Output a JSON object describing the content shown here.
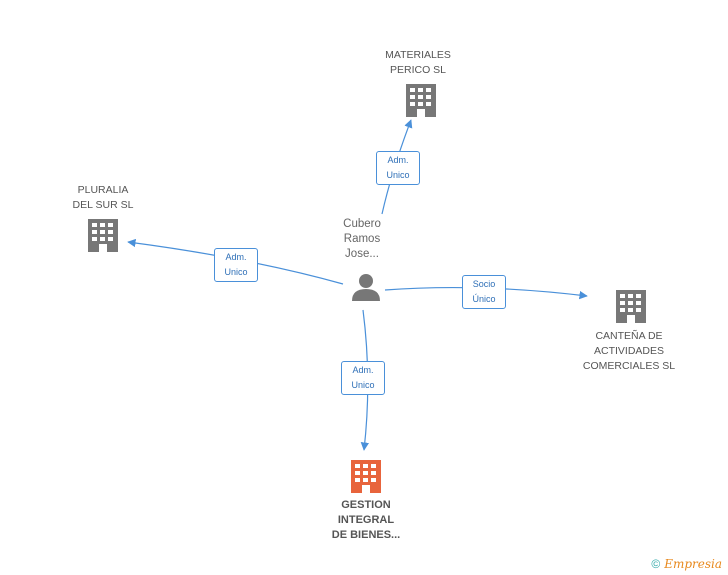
{
  "nodes": {
    "materiales": {
      "lines": [
        "MATERIALES",
        "PERICO SL"
      ],
      "icon": "building-icon",
      "color": "#777777"
    },
    "pluralia": {
      "lines": [
        "PLURALIA",
        "DEL SUR SL"
      ],
      "icon": "building-icon",
      "color": "#777777"
    },
    "person": {
      "lines": [
        "Cubero",
        "Ramos",
        "Jose..."
      ],
      "icon": "person-icon",
      "color": "#777777"
    },
    "cantena": {
      "lines": [
        "CANTEÑA DE",
        "ACTIVIDADES",
        "COMERCIALES SL"
      ],
      "icon": "building-icon",
      "color": "#777777"
    },
    "gestion": {
      "lines": [
        "GESTION",
        "INTEGRAL",
        "DE BIENES..."
      ],
      "icon": "building-icon",
      "color": "#e8643c"
    }
  },
  "edges": {
    "to_materiales": {
      "line1": "Adm.",
      "line2": "Unico"
    },
    "to_pluralia": {
      "line1": "Adm.",
      "line2": "Unico"
    },
    "to_cantena": {
      "line1": "Socio",
      "line2": "Único"
    },
    "to_gestion": {
      "line1": "Adm.",
      "line2": "Unico"
    }
  },
  "footer": {
    "copyright": "©",
    "brand": "Empresia"
  },
  "colors": {
    "edge": "#4a90d9"
  }
}
